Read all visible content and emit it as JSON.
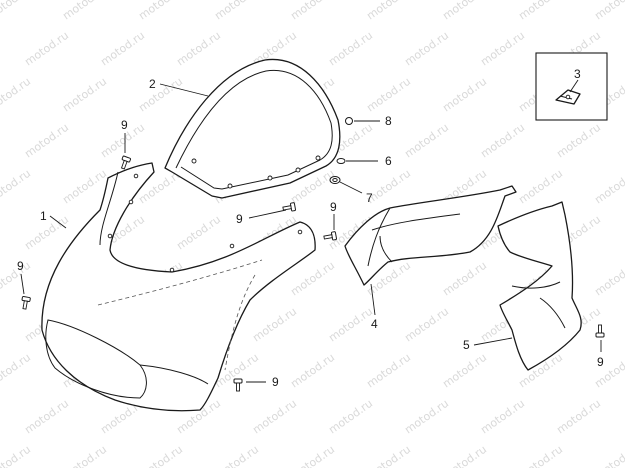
{
  "watermark": {
    "text": "motod.ru",
    "color": "#d9d9d9"
  },
  "callouts": {
    "c1": "1",
    "c2": "2",
    "c3": "3",
    "c4": "4",
    "c5": "5",
    "c6": "6",
    "c7": "7",
    "c8": "8",
    "c9a": "9",
    "c9b": "9",
    "c9c": "9",
    "c9d": "9",
    "c9e": "9",
    "c9f": "9"
  },
  "colors": {
    "line": "#1a1a1a",
    "background": "#ffffff"
  }
}
